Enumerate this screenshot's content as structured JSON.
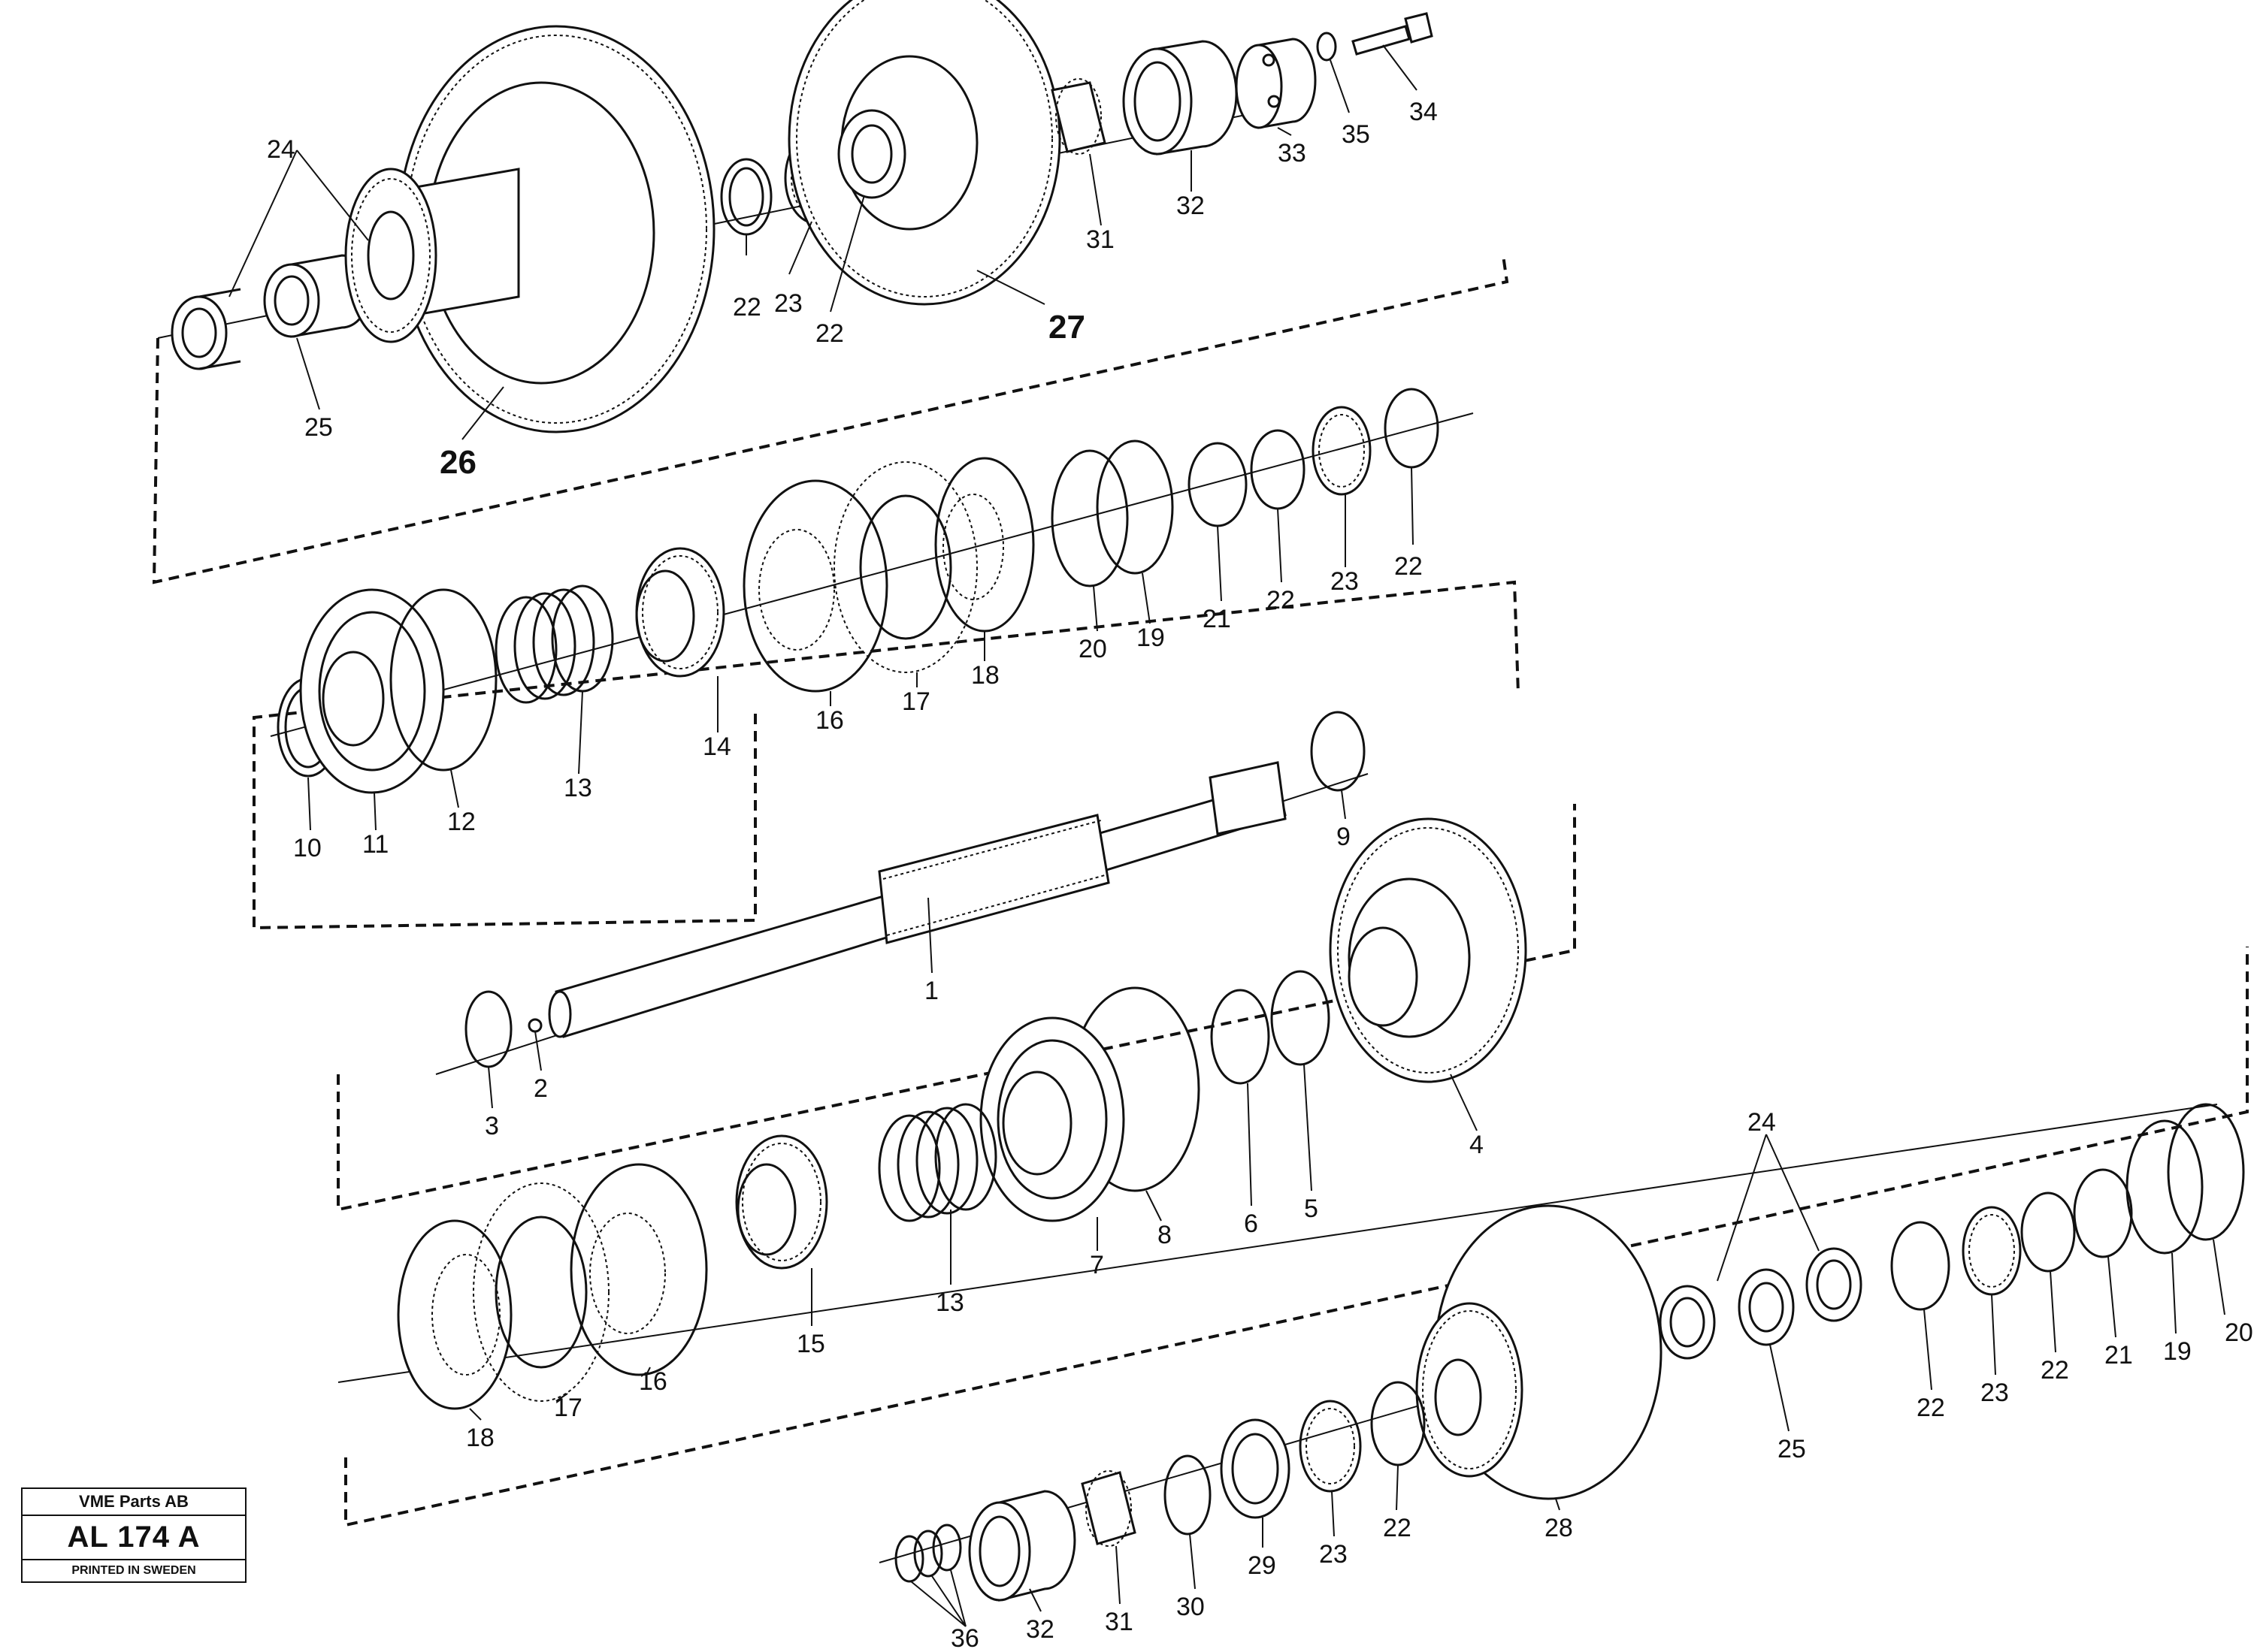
{
  "title_block": {
    "company": "VME Parts AB",
    "code": "AL 174 A",
    "printed": "PRINTED IN SWEDEN"
  },
  "callouts": {
    "c1": "1",
    "c2": "2",
    "c3": "3",
    "c4": "4",
    "c5": "5",
    "c6": "6",
    "c7": "7",
    "c8": "8",
    "c9": "9",
    "c10": "10",
    "c11": "11",
    "c12": "12",
    "c13a": "13",
    "c13b": "13",
    "c14": "14",
    "c15": "15",
    "c16a": "16",
    "c16b": "16",
    "c17a": "17",
    "c17b": "17",
    "c18a": "18",
    "c18b": "18",
    "c19a": "19",
    "c19b": "19",
    "c20a": "20",
    "c20b": "20",
    "c21a": "21",
    "c21b": "21",
    "c22a": "22",
    "c22b": "22",
    "c22c": "22",
    "c22d": "22",
    "c22e": "22",
    "c22f": "22",
    "c22g": "22",
    "c23a": "23",
    "c23b": "23",
    "c23c": "23",
    "c23d": "23",
    "c24a": "24",
    "c24b": "24",
    "c25a": "25",
    "c25b": "25",
    "c26": "26",
    "c27": "27",
    "c28": "28",
    "c29": "29",
    "c30": "30",
    "c31a": "31",
    "c31b": "31",
    "c32a": "32",
    "c32b": "32",
    "c33": "33",
    "c34": "34",
    "c35": "35",
    "c36": "36"
  }
}
